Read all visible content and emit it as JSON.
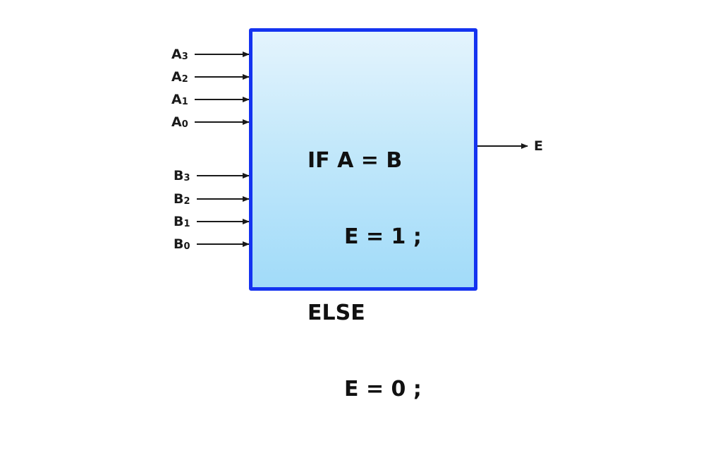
{
  "inputs": [
    {
      "letter": "A",
      "index": "3"
    },
    {
      "letter": "A",
      "index": "2"
    },
    {
      "letter": "A",
      "index": "1"
    },
    {
      "letter": "A",
      "index": "0"
    },
    {
      "letter": "B",
      "index": "3"
    },
    {
      "letter": "B",
      "index": "2"
    },
    {
      "letter": "B",
      "index": "1"
    },
    {
      "letter": "B",
      "index": "0"
    }
  ],
  "output": {
    "label": "E"
  },
  "code": {
    "line1": "IF A = B",
    "line2": "E = 1 ;",
    "line3": "ELSE",
    "line4": "E = 0 ;"
  },
  "colors": {
    "border": "#1433f0",
    "fill_top": "#e4f4fd",
    "fill_bottom": "#a1dbf9",
    "arrow": "#1a1a1a"
  }
}
